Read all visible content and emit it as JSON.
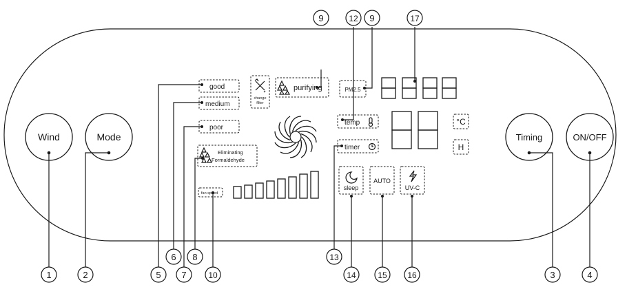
{
  "buttons": {
    "wind": "Wind",
    "mode": "Mode",
    "timing": "Timing",
    "onoff": "ON/OFF"
  },
  "indicators": {
    "good": "good",
    "medium": "medium",
    "poor": "poor",
    "eliminating_line1": "Eliminating",
    "eliminating_line2": "Formaldehyde",
    "fan_speed": "fan speed",
    "change_filter_line1": "change",
    "change_filter_line2": "filter",
    "purifying": "purifying",
    "pm25": "PM2.5",
    "temp": "temp",
    "timer": "timer",
    "celsius": "°C",
    "humidity": "H",
    "sleep": "sleep",
    "auto": "AUTO",
    "uvc": "UV-C"
  },
  "callouts": {
    "c1": "1",
    "c2": "2",
    "c3": "3",
    "c4": "4",
    "c5": "5",
    "c6": "6",
    "c7": "7",
    "c8": "8",
    "c9a": "9",
    "c9b": "9",
    "c10": "10",
    "c12": "12",
    "c13": "13",
    "c14": "14",
    "c15": "15",
    "c16": "16",
    "c17": "17"
  },
  "icons": {
    "change_filter": "tools-icon",
    "purifying": "trees-icon",
    "eliminating": "trees-icon",
    "temp": "thermometer-icon",
    "timer": "clock-icon",
    "sleep": "moon-icon",
    "uvc": "lightning-icon",
    "fan": "fan-icon"
  }
}
